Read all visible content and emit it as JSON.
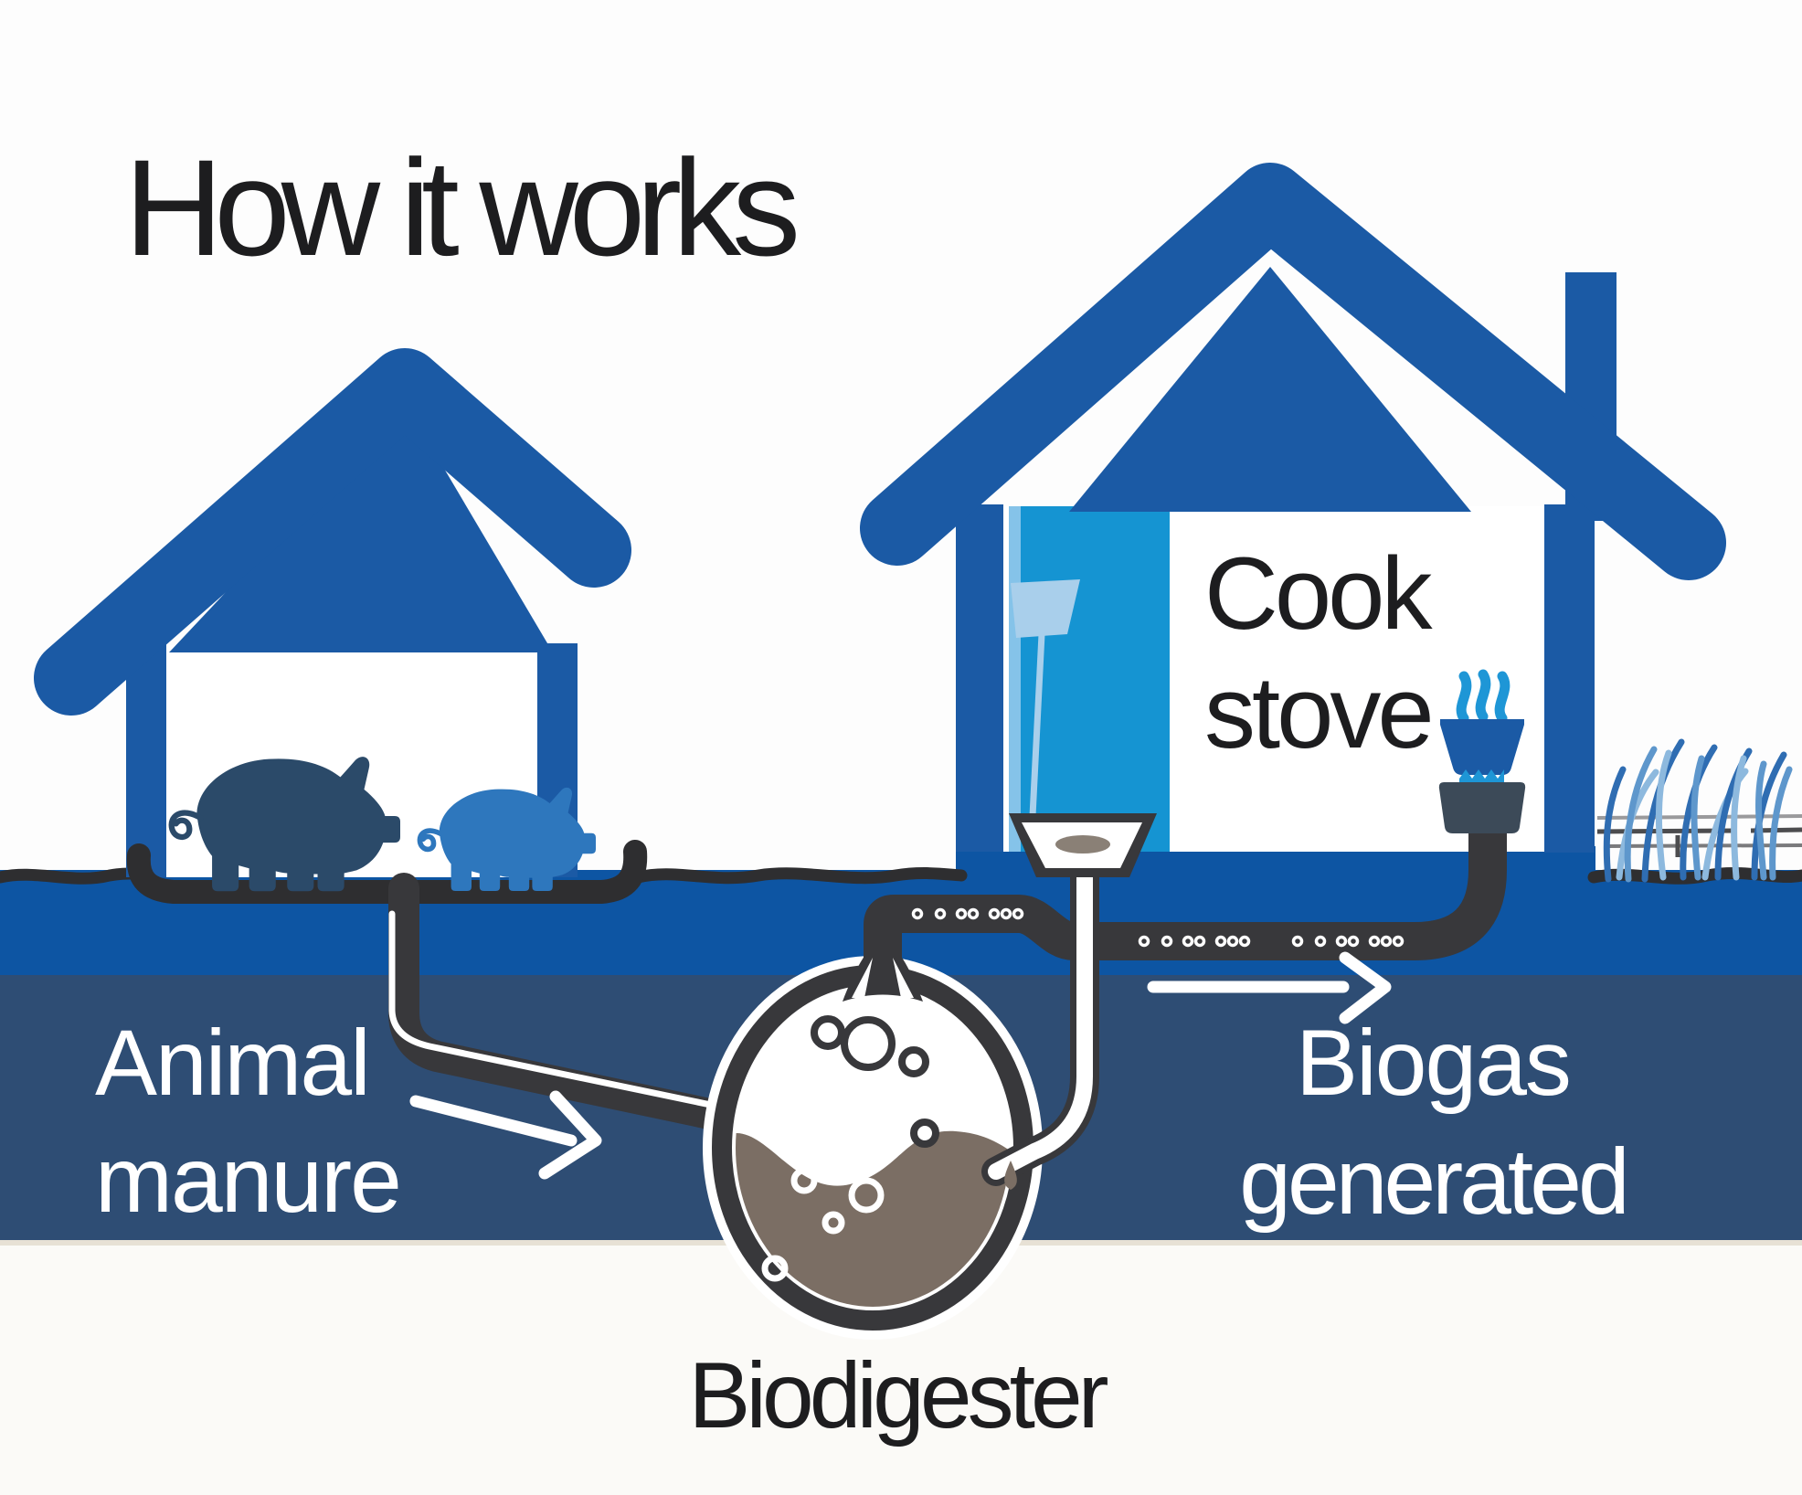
{
  "title": "How it works",
  "labels": {
    "animal_line1": "Animal",
    "animal_line2": "manure",
    "stove_line1": "Cook",
    "stove_line2": "stove",
    "biogas_line1": "Biogas",
    "biogas_line2": "generated",
    "digester": "Biodigester"
  },
  "icons": [
    "barn-icon",
    "pig-dark-icon",
    "pig-light-icon",
    "house-icon",
    "chimney-icon",
    "door-icon",
    "floor-lamp-icon",
    "cook-stove-icon",
    "steam-icon",
    "drain-funnel-icon",
    "biodigester-tank-icon",
    "gas-bubbles-icon",
    "arrow-right-icon",
    "grass-icon",
    "fence-icon"
  ],
  "colors": {
    "royal_blue": "#1b5aa5",
    "bright_blue": "#1594d2",
    "steam_blue": "#1e96d6",
    "light_blue": "#a9cfeb",
    "ground_blue": "#0d55a3",
    "subsoil_slate": "#2e4d74",
    "pipe_charcoal": "#38383b",
    "slurry_brown": "#7b6e64",
    "pig_navy": "#2b4a69",
    "pig_blue": "#2e77bd",
    "text_dark": "#1d1d1f",
    "text_white": "#ffffff",
    "background": "#fdfdfd"
  }
}
